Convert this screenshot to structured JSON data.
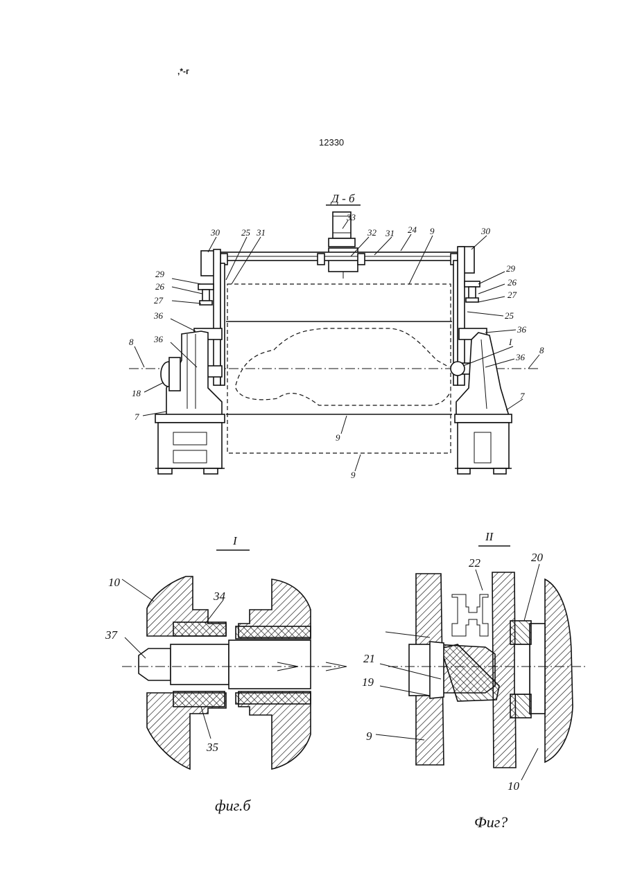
{
  "header": {
    "mark": ",*-г",
    "page_number": "12330"
  },
  "fig_main": {
    "section_label": "Д - б",
    "labels": {
      "l33": "33",
      "l32": "32",
      "l31a": "31",
      "l24": "24",
      "l9top": "9",
      "l30a": "30",
      "l25a": "25",
      "l31b": "31",
      "l30b": "30",
      "l29a": "29",
      "l26a": "26",
      "l27a": "27",
      "l29b": "29",
      "l26b": "26",
      "l27b": "27",
      "l25b": "25",
      "l36a": "36",
      "l36b": "36",
      "l36c": "36",
      "l36d": "36",
      "l8a": "8",
      "l8b": "8",
      "l18": "18",
      "l7a": "7",
      "l7b": "7",
      "lI": "I",
      "l9mid": "9",
      "l9bot": "9"
    }
  },
  "fig_detail_I": {
    "section_label": "I",
    "labels": {
      "l10": "10",
      "l34": "34",
      "l37": "37",
      "l35": "35"
    },
    "caption": "фиг.б"
  },
  "fig_detail_II": {
    "section_label": "II",
    "labels": {
      "l22": "22",
      "l20": "20",
      "l21": "21",
      "l19": "19",
      "l9": "9",
      "l10": "10"
    },
    "caption": "Фиг?"
  }
}
